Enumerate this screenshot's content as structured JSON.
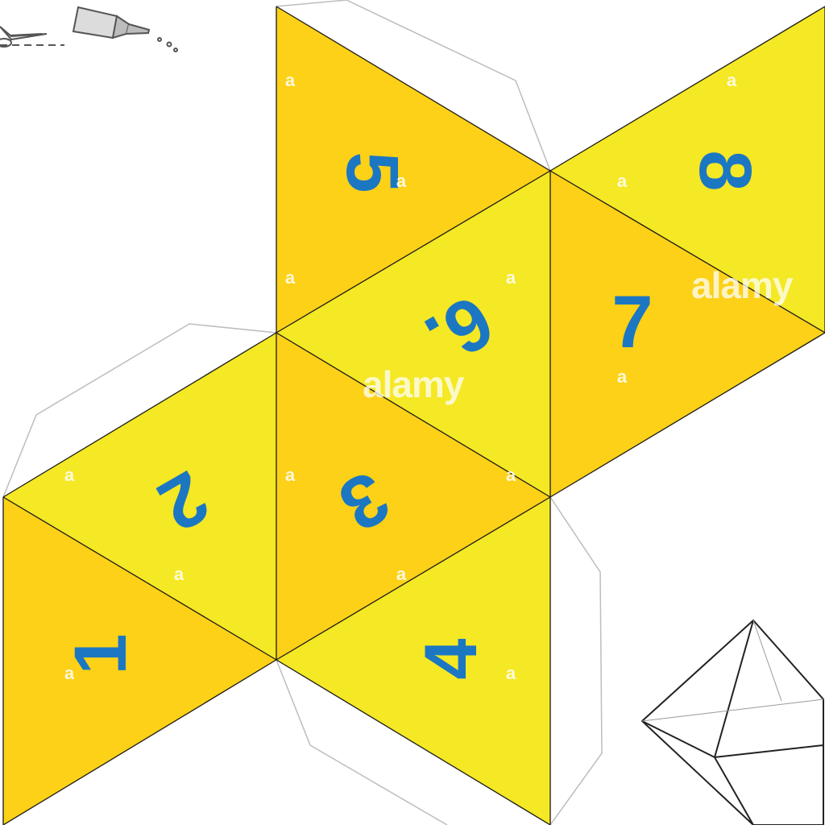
{
  "title": "",
  "instructions": {
    "scissors_icon": "scissors-icon",
    "glue_icon": "glue-tube-icon"
  },
  "colors": {
    "face_light": "#F5E824",
    "face_dark": "#FCD117",
    "number": "#1C77C3",
    "edge": "#1a1a1a",
    "glue_tab": "#bdbdbd",
    "watermark": "#ffffff"
  },
  "faces": [
    {
      "number": "1",
      "shade": "dark"
    },
    {
      "number": "2",
      "shade": "light"
    },
    {
      "number": "3",
      "shade": "dark"
    },
    {
      "number": "4",
      "shade": "light"
    },
    {
      "number": "5",
      "shade": "dark"
    },
    {
      "number": "6.",
      "shade": "light"
    },
    {
      "number": "7",
      "shade": "dark"
    },
    {
      "number": "8",
      "shade": "light"
    }
  ],
  "preview": {
    "shape": "octahedron-icon"
  },
  "watermark": {
    "text": "alamy",
    "small": "a"
  }
}
